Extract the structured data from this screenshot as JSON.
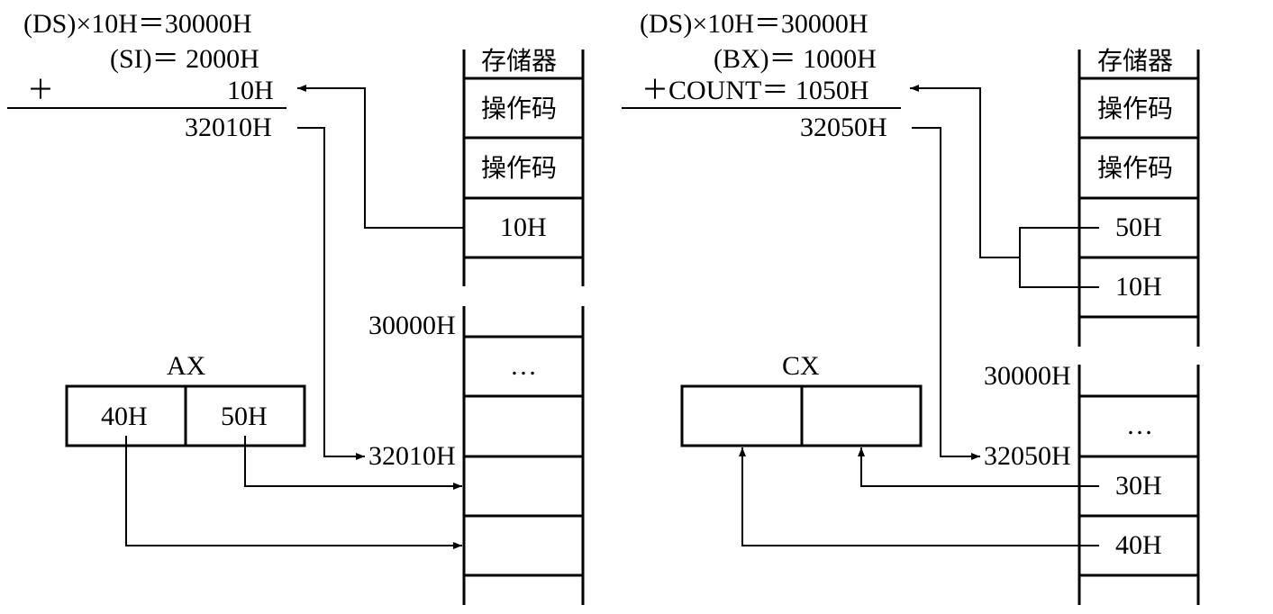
{
  "left": {
    "calc": {
      "line1": "(DS)×10H＝30000H",
      "line2": "(SI)＝  2000H",
      "plus": "＋",
      "line3": "10H",
      "result": "32010H"
    },
    "memory_top": {
      "header": "存储器",
      "cells": [
        "操作码",
        "操作码",
        "10H",
        ""
      ]
    },
    "memory_bottom": {
      "addr_start": "30000H",
      "dots": "…",
      "addr_target": "32010H"
    },
    "register": {
      "name": "AX",
      "high": "40H",
      "low": "50H"
    }
  },
  "right": {
    "calc": {
      "line1": "(DS)×10H＝30000H",
      "line2": "(BX)＝  1000H",
      "line3": "＋COUNT＝  1050H",
      "result": "32050H"
    },
    "memory_top": {
      "header": "存储器",
      "cells": [
        "操作码",
        "操作码",
        "50H",
        "10H",
        ""
      ]
    },
    "memory_bottom": {
      "addr_start": "30000H",
      "dots": "…",
      "addr_target": "32050H",
      "cells": [
        "30H",
        "40H"
      ]
    },
    "register": {
      "name": "CX",
      "high": "",
      "low": ""
    }
  }
}
